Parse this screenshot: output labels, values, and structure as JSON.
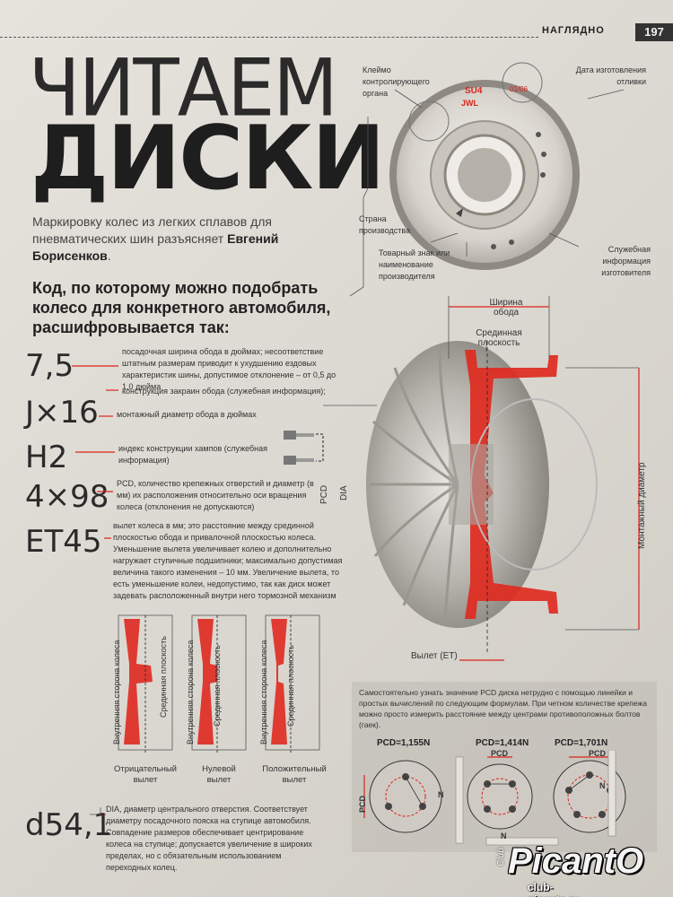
{
  "header": {
    "section": "НАГЛЯДНО",
    "page_number": "197"
  },
  "title": {
    "line1": "ЧИТАЕМ",
    "line2": "ДИСКИ"
  },
  "lead": {
    "text": "Маркировку колес из легких сплавов для пневматических шин разъясняет",
    "author": "Евгений Борисенков",
    "end": "."
  },
  "subhead": "Код, по которому можно подобрать колесо для конкретного автомобиля, расшифровывается так:",
  "top_wheel": {
    "labels": {
      "stamp": "Клеймо контролирующего органа",
      "date": "Дата изготовления отливки",
      "country": "Страна производства",
      "trademark": "Товарный знак или наименование производителя",
      "service": "Служебная информация изготовителя"
    },
    "markings": {
      "su": "SU4",
      "jwl": "JWL",
      "date": "01/06"
    }
  },
  "codes": [
    {
      "code": "7,5",
      "desc": "посадочная ширина обода в дюймах; несоответствие штатным размерам приводит к ухудшению ездовых характеристик шины, допустимое отклонение – от 0,5 до 1,0 дюйма"
    },
    {
      "code": "J×16",
      "desc_j": "конструкция закраин обода (служебная информация);",
      "desc": "монтажный диаметр обода в дюймах"
    },
    {
      "code": "H2",
      "desc": "индекс конструкции хампов (служебная информация)"
    },
    {
      "code": "4×98",
      "desc": "PCD, количество крепежных отверстий и диаметр (в мм) их расположения относительно оси вращения колеса (отклонения не допускаются)"
    },
    {
      "code": "ET45",
      "desc": "вылет колеса в мм; это расстояние между срединной плоскостью обода и привалочной плоскостью колеса. Уменьшение вылета увеличивает колею и дополнительно нагружает ступичные подшипники; максимально допустимая величина такого изменения – 10 мм. Увеличение вылета, то есть уменьшение колеи, недопустимо, так как диск может задевать расположенный внутри него тормозной механизм"
    },
    {
      "code": "d54,1",
      "desc": "DIA, диаметр центрального отверстия. Соответствует диаметру посадочного пояска на ступице автомобиля. Совпадение размеров обеспечивает центрирование колеса на ступице; допускается увеличение в широких пределах, но с обязательным использованием переходных колец."
    }
  ],
  "big_wheel": {
    "rim_width": "Ширина обода",
    "mid_plane": "Срединная плоскость",
    "mount_diameter": "Монтажный диаметр",
    "offset": "Вылет (ET)",
    "pcd": "PCD",
    "dia": "DIA"
  },
  "offset_diagrams": {
    "inner_side": "Внутренняя сторона колеса",
    "mid_plane": "Срединная плоскость",
    "negative": "Отрицательный вылет",
    "zero": "Нулевой вылет",
    "positive": "Положительный вылет"
  },
  "pcd_info": {
    "text": "Самостоятельно узнать значение PCD диска нетрудно с помощью линейки и простых вычислений по следующим формулам. При четном количестве крепежа можно просто измерить расстояние между центрами противоположных болтов (гаек).",
    "f1": "PCD=1,155N",
    "f2": "PCD=1,414N",
    "f3": "PCD=1,701N",
    "pcd": "PCD",
    "n": "N"
  },
  "logo": {
    "club": "Club",
    "name": "PicantO",
    "url": "club-picanto.ru"
  }
}
